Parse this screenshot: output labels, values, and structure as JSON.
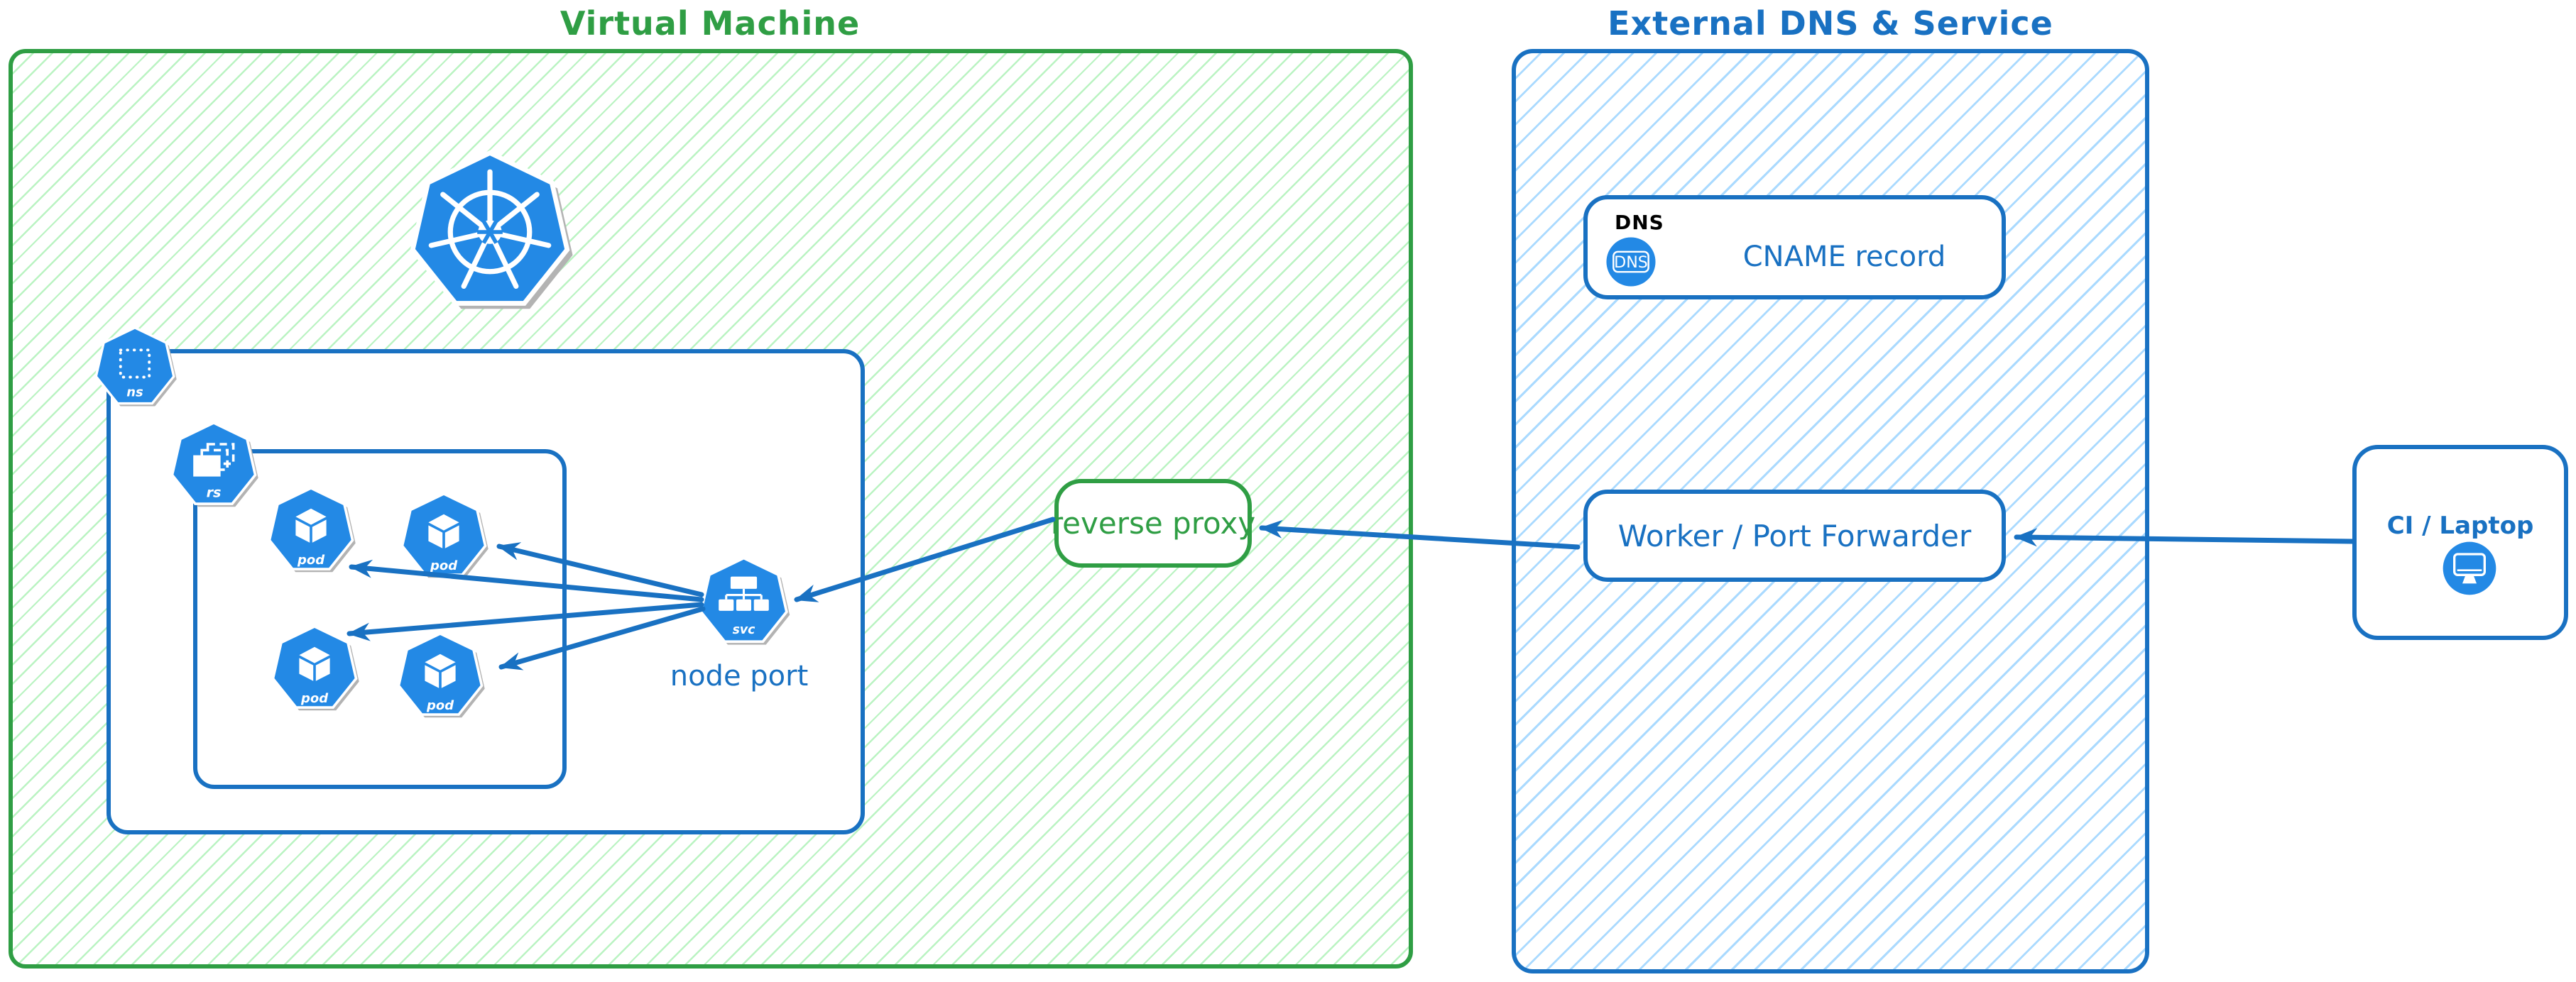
{
  "diagram": {
    "vm": {
      "title": "Virtual Machine",
      "node_port_label": "node port",
      "icon_labels": {
        "namespace": "ns",
        "replicaset": "rs",
        "pod": "pod",
        "service": "svc"
      },
      "icon_names": {
        "logo": "kubernetes-logo",
        "namespace": "namespace-icon",
        "replicaset": "replicaset-icon",
        "pod": "pod-icon",
        "service": "service-icon"
      }
    },
    "reverse_proxy": {
      "label": "reverse proxy"
    },
    "external": {
      "title": "External DNS & Service",
      "dns_card": {
        "tag": "DNS",
        "badge": "DNS",
        "label": "CNAME record"
      },
      "worker_card": {
        "label": "Worker / Port Forwarder"
      }
    },
    "ci": {
      "label": "CI / Laptop"
    },
    "colors": {
      "green_stroke": "#2f9e44",
      "green_hatch": "#b2f2bb",
      "blue_stroke": "#1971c2",
      "blue_hatch": "#a5d8ff",
      "icon_blue": "#2389e5",
      "icon_shadow": "#b3b3b3",
      "dns_tag_color": "#000000"
    }
  }
}
